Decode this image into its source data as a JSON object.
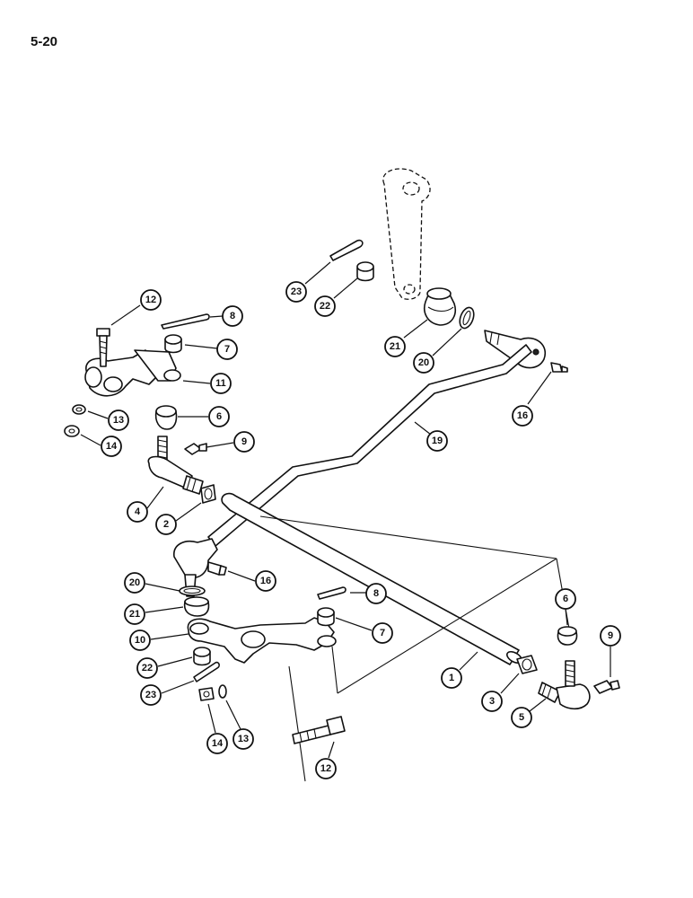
{
  "page_number": "5-20",
  "callouts": [
    {
      "id": "c12a",
      "label": "12"
    },
    {
      "id": "c8a",
      "label": "8"
    },
    {
      "id": "c7a",
      "label": "7"
    },
    {
      "id": "c11",
      "label": "11"
    },
    {
      "id": "c6a",
      "label": "6"
    },
    {
      "id": "c13a",
      "label": "13"
    },
    {
      "id": "c14a",
      "label": "14"
    },
    {
      "id": "c9a",
      "label": "9"
    },
    {
      "id": "c4",
      "label": "4"
    },
    {
      "id": "c2",
      "label": "2"
    },
    {
      "id": "c23a",
      "label": "23"
    },
    {
      "id": "c22a",
      "label": "22"
    },
    {
      "id": "c21a",
      "label": "21"
    },
    {
      "id": "c20a",
      "label": "20"
    },
    {
      "id": "c16a",
      "label": "16"
    },
    {
      "id": "c19",
      "label": "19"
    },
    {
      "id": "c20b",
      "label": "20"
    },
    {
      "id": "c16b",
      "label": "16"
    },
    {
      "id": "c21b",
      "label": "21"
    },
    {
      "id": "c8b",
      "label": "8"
    },
    {
      "id": "c7b",
      "label": "7"
    },
    {
      "id": "c10",
      "label": "10"
    },
    {
      "id": "c22b",
      "label": "22"
    },
    {
      "id": "c23b",
      "label": "23"
    },
    {
      "id": "c14b",
      "label": "14"
    },
    {
      "id": "c13b",
      "label": "13"
    },
    {
      "id": "c12b",
      "label": "12"
    },
    {
      "id": "c1",
      "label": "1"
    },
    {
      "id": "c3",
      "label": "3"
    },
    {
      "id": "c5",
      "label": "5"
    },
    {
      "id": "c6b",
      "label": "6"
    },
    {
      "id": "c9b",
      "label": "9"
    }
  ]
}
